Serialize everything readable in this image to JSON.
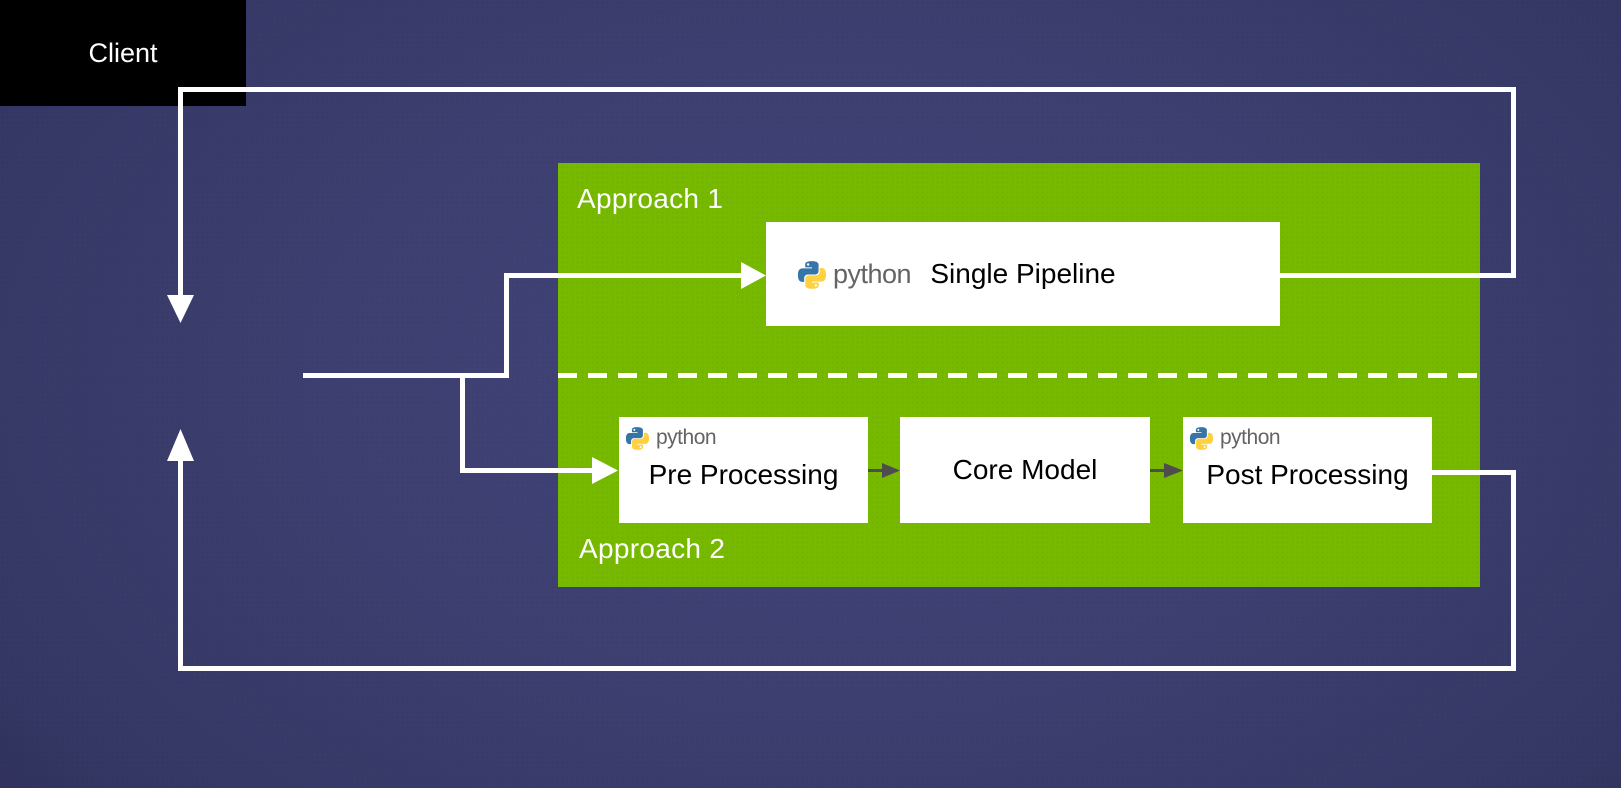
{
  "diagram": {
    "title": "Client to pipeline approaches diagram",
    "client": {
      "label": "Client"
    },
    "panel": {
      "approach1_label": "Approach 1",
      "approach2_label": "Approach 2",
      "color": "#76b900"
    },
    "nodes": {
      "single_pipeline": {
        "label": "Single Pipeline",
        "has_python_logo": true
      },
      "pre_processing": {
        "label": "Pre Processing",
        "has_python_logo": true
      },
      "core_model": {
        "label": "Core Model",
        "has_python_logo": false
      },
      "post_processing": {
        "label": "Post Processing",
        "has_python_logo": true
      }
    },
    "python_logo": {
      "wordmark": "python",
      "icon_blue": "#3774a8",
      "icon_yellow": "#ffd040",
      "wordmark_color": "#646464"
    },
    "colors": {
      "background_center": "#3d3f70",
      "background_edge": "#111228",
      "client_box": "#000000",
      "client_text": "#ffffff",
      "node_box": "#ffffff",
      "node_text": "#000000",
      "connector_white": "#ffffff",
      "connector_gray": "#4d4d4d",
      "panel_green": "#76b900"
    }
  }
}
